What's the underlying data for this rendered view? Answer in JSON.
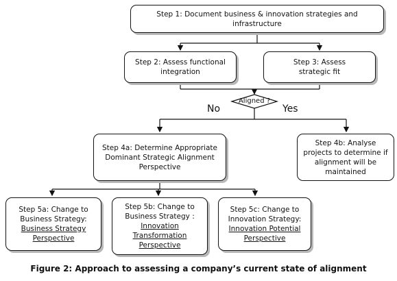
{
  "steps": {
    "step1": "Step 1: Document business & innovation strategies and infrastructure",
    "step2": "Step 2: Assess functional integration",
    "step3": "Step 3: Assess strategic fit",
    "step4a": "Step 4a: Determine Appropriate Dominant Strategic Alignment Perspective",
    "step4b": "Step 4b: Analyse projects to determine if alignment will be maintained",
    "step5a_prefix": "Step 5a: Change to Business Strategy:",
    "step5a_link": "Business Strategy Perspective",
    "step5b_prefix": "Step 5b: Change to Business Strategy :",
    "step5b_link": "Innovation Transformation Perspective",
    "step5c_prefix": "Step 5c: Change to Innovation Strategy:",
    "step5c_link": "Innovation Potential Perspective"
  },
  "decision": {
    "question": "Aligned ?",
    "no_label": "No",
    "yes_label": "Yes"
  },
  "caption": "Figure 2: Approach to assessing a company’s current state of alignment"
}
